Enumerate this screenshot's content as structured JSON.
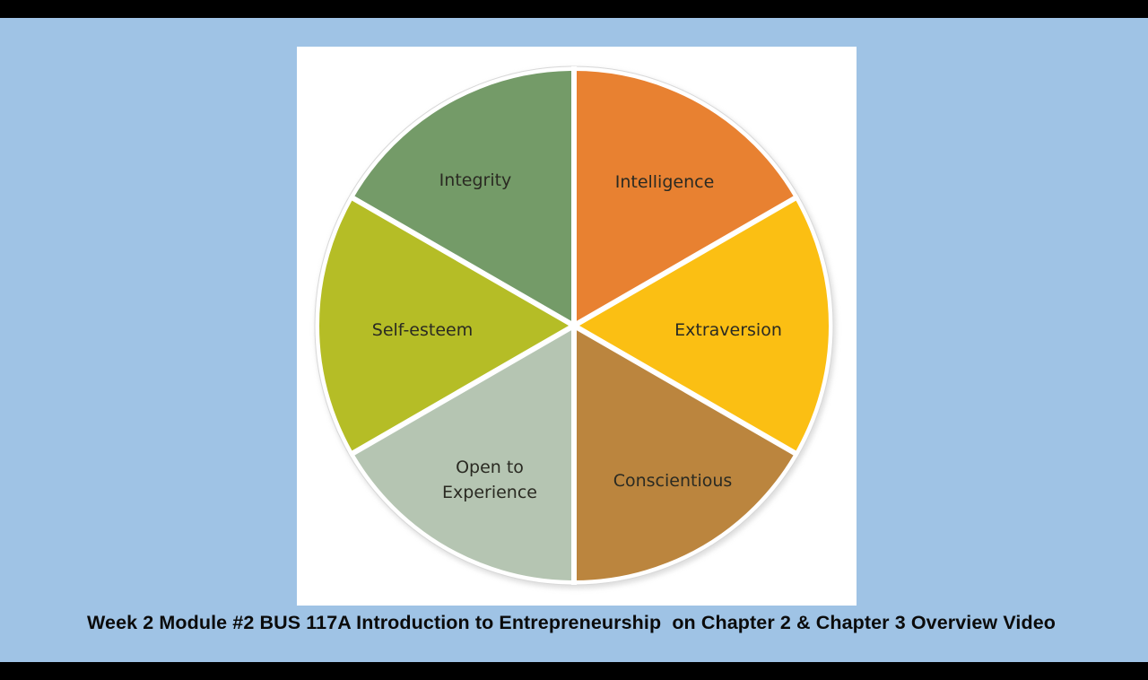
{
  "caption": "Week 2 Module #2 BUS 117A Introduction to Entrepreneurship  on Chapter 2 & Chapter 3 Overview Video",
  "colors": {
    "background": "#9FC3E5",
    "letterbox": "#000000",
    "figure_bg": "#FFFFFF"
  },
  "chart_data": {
    "type": "pie",
    "title": "",
    "categories": [
      "Intelligence",
      "Extraversion",
      "Conscientious",
      "Open to Experience",
      "Self-esteem",
      "Integrity"
    ],
    "values": [
      1,
      1,
      1,
      1,
      1,
      1
    ],
    "colors": [
      "#E88131",
      "#FBBF13",
      "#BB853E",
      "#B5C5B2",
      "#B5BD26",
      "#749B68"
    ],
    "labels": {
      "intelligence": "Intelligence",
      "extraversion": "Extraversion",
      "conscientious": "Conscientious",
      "open_line1": "Open to",
      "open_line2": "Experience",
      "self_esteem": "Self-esteem",
      "integrity": "Integrity"
    },
    "legend": "none",
    "note": "Six equal segments of traits"
  }
}
